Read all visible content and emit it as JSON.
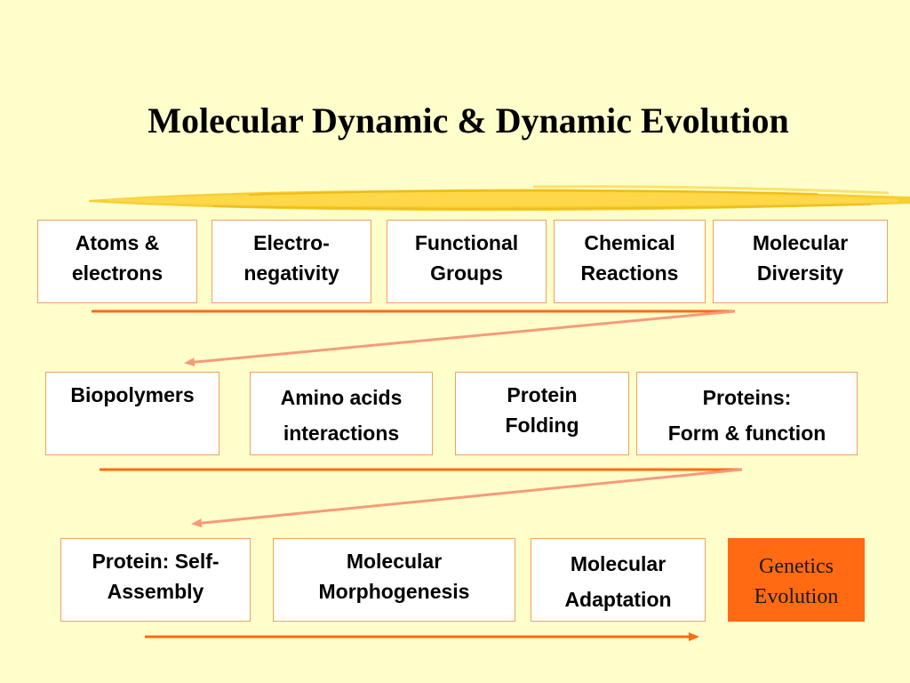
{
  "title": "Molecular Dynamic & Dynamic Evolution",
  "rows": [
    [
      {
        "lines": [
          "Atoms &",
          "electrons"
        ]
      },
      {
        "lines": [
          "Electro-",
          "negativity"
        ]
      },
      {
        "lines": [
          "Functional",
          "Groups"
        ]
      },
      {
        "lines": [
          "Chemical",
          "Reactions"
        ]
      },
      {
        "lines": [
          "Molecular",
          "Diversity"
        ]
      }
    ],
    [
      {
        "lines": [
          "Biopolymers"
        ]
      },
      {
        "lines": [
          "Amino acids",
          "interactions"
        ]
      },
      {
        "lines": [
          "Protein",
          "Folding"
        ]
      },
      {
        "lines": [
          "Proteins:",
          "Form & function"
        ]
      }
    ],
    [
      {
        "lines": [
          "Protein: Self-",
          "Assembly"
        ]
      },
      {
        "lines": [
          "Molecular",
          "Morphogenesis"
        ]
      },
      {
        "lines": [
          "Molecular",
          "Adaptation"
        ]
      },
      {
        "lines": [
          "Genetics",
          "Evolution"
        ]
      }
    ]
  ],
  "colors": {
    "background": "#ffffcc",
    "box_border": "#f2a15e",
    "line_orange": "#ff6a13",
    "arrow_salmon": "#f79a7a",
    "highlight_fill": "#ff6a13",
    "brush_yellow": "#f5c518"
  }
}
